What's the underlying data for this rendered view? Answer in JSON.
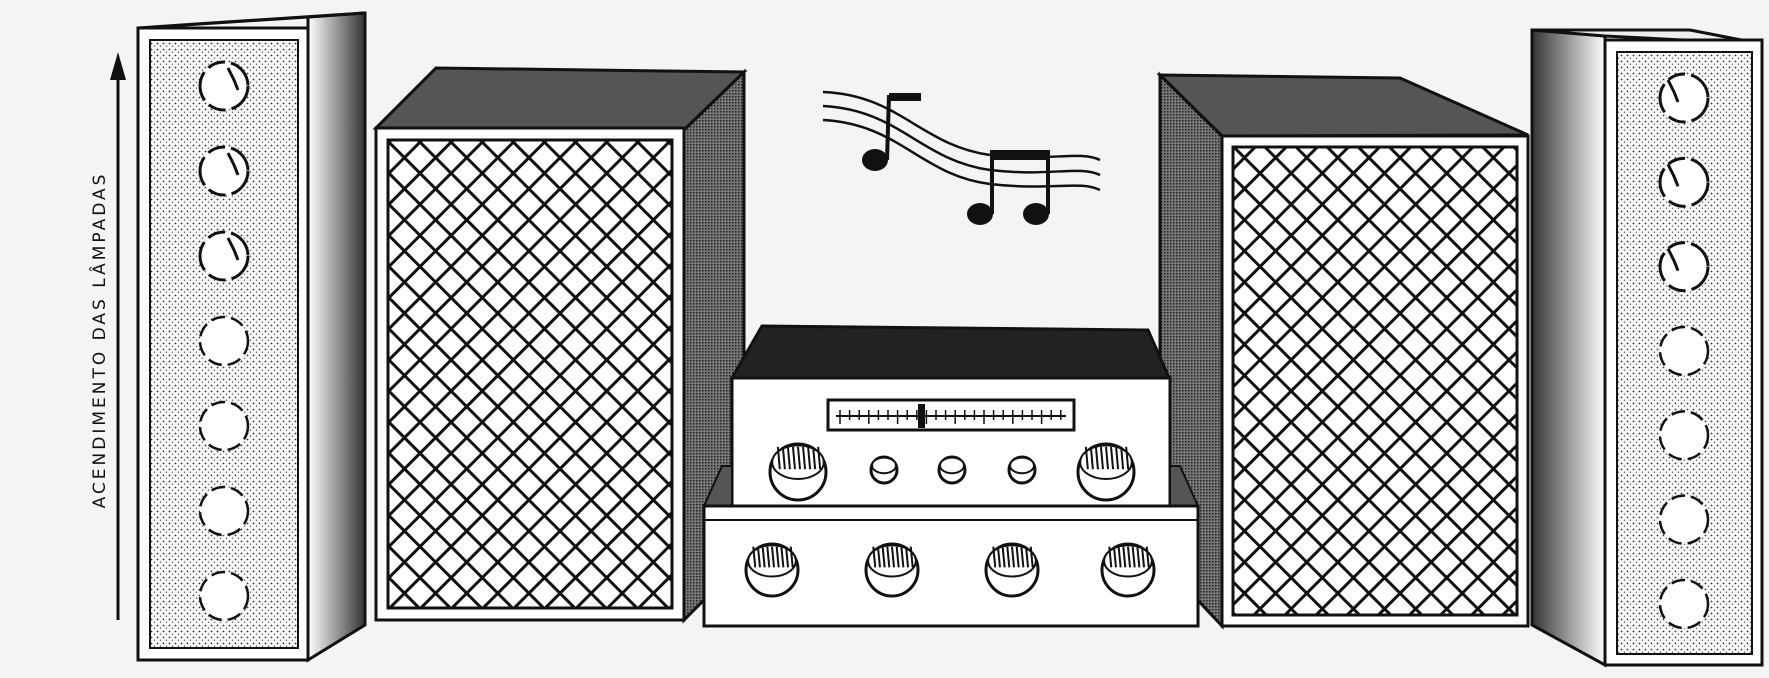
{
  "label": {
    "text": "ACENDIMENTO DAS LÂMPADAS"
  },
  "palette": {
    "ink": "#111111",
    "paper": "#f4f4f2",
    "panel": "#ffffff",
    "shade": "#555555",
    "dark": "#222222"
  },
  "lamp_column_left": {
    "total": 7,
    "lit": 3
  },
  "lamp_column_right": {
    "total": 7,
    "lit": 3
  },
  "speakers": {
    "count": 2,
    "grille": "diamond-mesh"
  },
  "amplifier": {
    "upper_knobs": 5,
    "lower_knobs": 4,
    "tuning_dial": true
  },
  "music_notes": {
    "count": 3,
    "staff_lines": 3
  },
  "arrow": {
    "direction": "up"
  }
}
